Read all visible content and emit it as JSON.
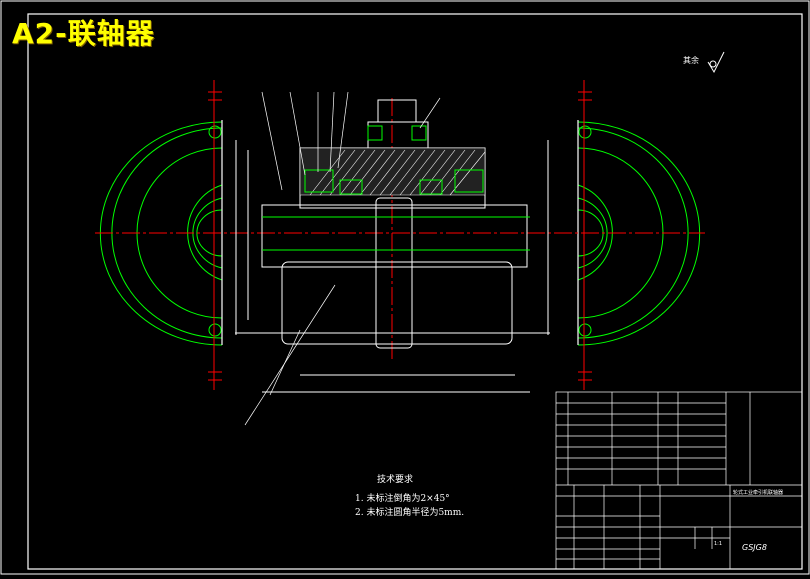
{
  "title": "A2-联轴器",
  "roughness_label": "其余",
  "technical_requirements": {
    "heading": "技术要求",
    "notes": [
      "1. 未标注倒角为2×45°",
      "2. 未标注圆角半径为5mm."
    ]
  },
  "title_block": {
    "drawing_name": "轮式工业牵引机联轴器",
    "drawing_code": "GSJG8",
    "scale": "1:1"
  },
  "colors": {
    "background": "#000000",
    "outline": "#ffffff",
    "part_lines": "#00ff00",
    "center_lines": "#ff0000",
    "title": "#ffff00"
  }
}
